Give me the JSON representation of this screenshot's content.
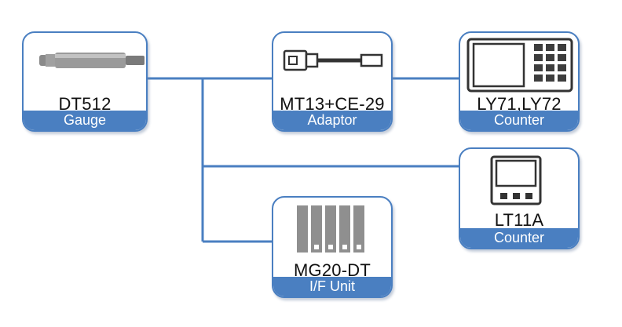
{
  "colors": {
    "accent": "#4a7fc1",
    "line": "#4a7fc1",
    "background": "#ffffff"
  },
  "nodes": {
    "gauge": {
      "model": "DT512",
      "category": "Gauge",
      "icon": "probe-icon"
    },
    "adaptor": {
      "model": "MT13+CE-29",
      "category": "Adaptor",
      "icon": "cable-adaptor-icon"
    },
    "counter1": {
      "model": "LY71,LY72",
      "category": "Counter",
      "icon": "display-keypad-icon"
    },
    "counter2": {
      "model": "LT11A",
      "category": "Counter",
      "icon": "panel-display-icon"
    },
    "ifunit": {
      "model": "MG20-DT",
      "category": "I/F Unit",
      "icon": "module-rack-icon"
    }
  },
  "connections": [
    [
      "gauge",
      "adaptor"
    ],
    [
      "adaptor",
      "counter1"
    ],
    [
      "gauge",
      "counter2"
    ],
    [
      "gauge",
      "ifunit"
    ]
  ]
}
